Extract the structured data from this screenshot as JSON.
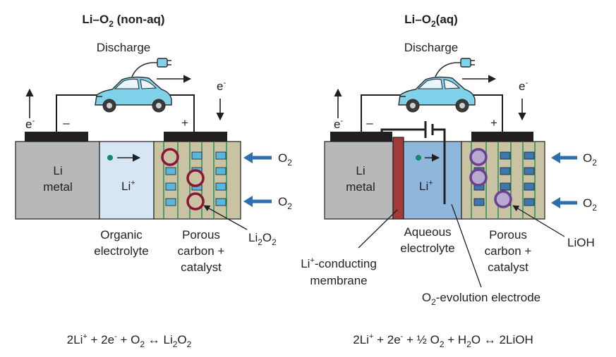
{
  "left": {
    "title": "Li–O",
    "title_sub": "2",
    "title_tail": " (non-aq)",
    "mode": "Discharge",
    "electron_left": "e",
    "electron_left_sup": "-",
    "electron_right": "e",
    "electron_right_sup": "-",
    "minus": "–",
    "plus": "+",
    "anode_line1": "Li",
    "anode_line2": "metal",
    "ion": "Li",
    "ion_sup": "+",
    "o2_a": "O",
    "o2_a_sub": "2",
    "o2_b": "O",
    "o2_b_sub": "2",
    "electrolyte_line1": "Organic",
    "electrolyte_line2": "electrolyte",
    "cathode_line1": "Porous",
    "cathode_line2": "carbon +",
    "cathode_line3": "catalyst",
    "product": "Li",
    "product_sub1": "2",
    "product_mid": "O",
    "product_sub2": "2",
    "eq": {
      "p1": "2Li",
      "p1_sup": "+",
      "p2": " + 2e",
      "p2_sup": "-",
      "p3": " + O",
      "p3_sub": "2",
      "p4": " ↔ Li",
      "p4_sub": "2",
      "p5": "O",
      "p5_sub": "2"
    }
  },
  "right": {
    "title": "Li–O",
    "title_sub": "2",
    "title_tail": "(aq)",
    "mode": "Discharge",
    "electron_left": "e",
    "electron_left_sup": "-",
    "electron_right": "e",
    "electron_right_sup": "-",
    "minus": "–",
    "plus": "+",
    "anode_line1": "Li",
    "anode_line2": "metal",
    "ion": "Li",
    "ion_sup": "+",
    "o2_a": "O",
    "o2_a_sub": "2",
    "o2_b": "O",
    "o2_b_sub": "2",
    "electrolyte_line1": "Aqueous",
    "electrolyte_line2": "electrolyte",
    "cathode_line1": "Porous",
    "cathode_line2": "carbon +",
    "cathode_line3": "catalyst",
    "product": "LiOH",
    "membrane_line1a": "Li",
    "membrane_line1_sup": "+",
    "membrane_line1b": "-conducting",
    "membrane_line2": "membrane",
    "oer_a": "O",
    "oer_sub": "2",
    "oer_b": "-evolution electrode",
    "eq": {
      "p1": "2Li",
      "p1_sup": "+",
      "p2": " + 2e",
      "p2_sup": "-",
      "p3": " + ½ O",
      "p3_sub": "2",
      "p4": " + H",
      "p4_sub": "2",
      "p5": "O",
      "p6": "  ↔  2LiOH"
    }
  },
  "colors": {
    "lithium": "#b7b8ba",
    "organic_electrolyte": "#d7e6f4",
    "aqueous_electrolyte": "#8fb7dc",
    "cathode": "#c9c3a3",
    "pore": "#58b6df",
    "pore_dark": "#3b78b0",
    "li2o2_ring": "#8a1538",
    "lioh_ring": "#6b3f91",
    "membrane": "#a33a3a",
    "o2_arrow": "#2f6fb0",
    "ion_dot": "#0f8a6a",
    "car": "#7fd2ea"
  }
}
